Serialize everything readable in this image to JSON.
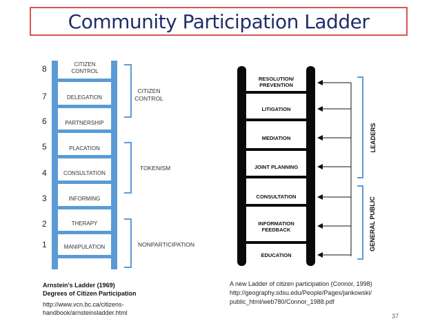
{
  "title": "Community Participation Ladder",
  "arnstein": {
    "numbers": [
      "8",
      "7",
      "6",
      "5",
      "4",
      "3",
      "2",
      "1"
    ],
    "rungs": [
      "CITIZEN CONTROL",
      "DELEGATION",
      "PARTNERSHIP",
      "PLACATION",
      "CONSULTATION",
      "INFORMING",
      "THERAPY",
      "MANIPULATION"
    ],
    "categories": [
      "CITIZEN CONTROL",
      "TOKENISM",
      "NONPARTICIPATION"
    ],
    "caption_title": "Arnstein's Ladder (1969)",
    "caption_subtitle": "Degrees of Citizen Participation",
    "caption_url_1": "http://www.vcn.bc.ca/citizens-",
    "caption_url_2": "handbook/arnsteinsladder.html"
  },
  "connor": {
    "rungs": [
      "RESOLUTION/ PREVENTION",
      "LITIGATION",
      "MEDIATION",
      "JOINT PLANNING",
      "CONSULTATION",
      "INFORMATION FEEDBACK",
      "EDUCATION"
    ],
    "leaders": "LEADERS",
    "general_public": "GENERAL PUBLIC",
    "caption_1": "A new Ladder of citizen participation (Connor, 1998)",
    "caption_2": "http://geography.sdsu.edu/People/Pages/jankowski/",
    "caption_3": "public_html/web780/Connor_1988.pdf"
  },
  "page_number": "37",
  "colors": {
    "ladder_blue": "#5b9bd5",
    "title_text": "#1f2d6b",
    "frame": "#d9534f"
  }
}
